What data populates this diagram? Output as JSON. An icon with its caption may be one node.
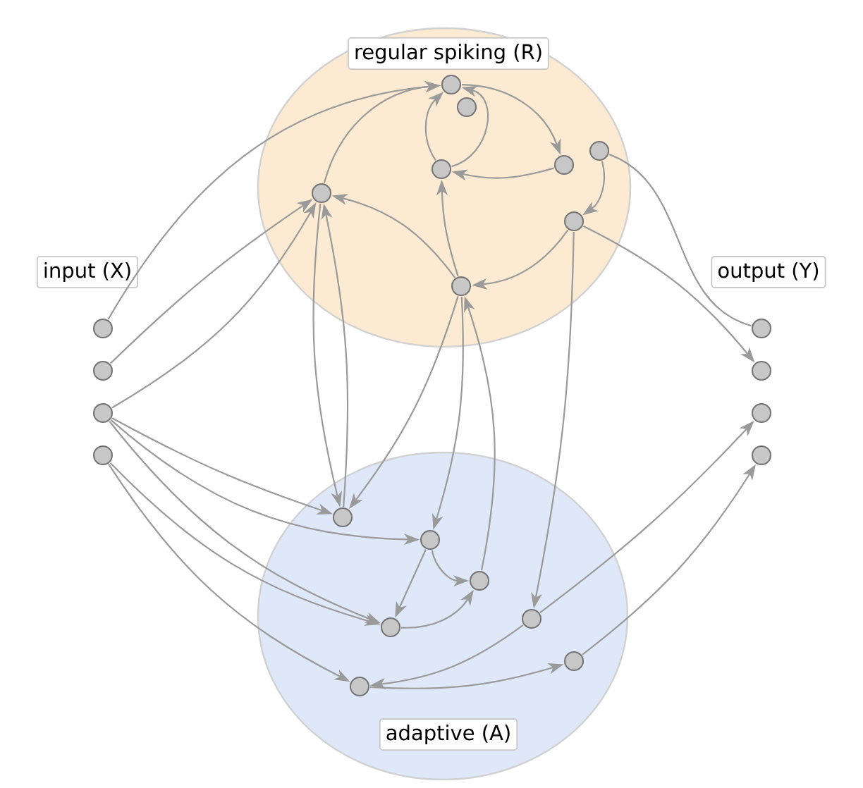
{
  "diagram": {
    "nodes": [
      {
        "text": [
          "regular spiking (R)"
        ]
      },
      {
        "text": [],
        "shape": "circle",
        "in": 0
      },
      {
        "text": [],
        "shape": "circle",
        "in": 0
      },
      {
        "text": [],
        "shape": "circle",
        "in": 0
      },
      {
        "text": [],
        "shape": "circle",
        "in": 0
      },
      {
        "text": [],
        "shape": "circle",
        "in": 0
      },
      {
        "text": [],
        "shape": "circle",
        "in": 0
      },
      {
        "text": [],
        "shape": "circle",
        "in": 0
      },
      {
        "text": [],
        "shape": "circle",
        "in": 0
      },
      {
        "text": [
          "input (X)"
        ]
      },
      {
        "text": [
          "output (Y)"
        ]
      },
      {
        "text": [],
        "shape": "circle"
      },
      {
        "text": [],
        "shape": "circle"
      },
      {
        "text": [],
        "shape": "circle"
      },
      {
        "text": [],
        "shape": "circle"
      },
      {
        "text": [],
        "shape": "circle"
      },
      {
        "text": [],
        "shape": "circle"
      },
      {
        "text": [],
        "shape": "circle"
      },
      {
        "text": [],
        "shape": "circle"
      },
      {
        "text": [
          "adaptive (A)"
        ]
      },
      {
        "text": [],
        "shape": "circle",
        "in": 19
      },
      {
        "text": [],
        "shape": "circle",
        "in": 19
      },
      {
        "text": [],
        "shape": "circle",
        "in": 19
      },
      {
        "text": [],
        "shape": "circle",
        "in": 19
      },
      {
        "text": [],
        "shape": "circle",
        "in": 19
      },
      {
        "text": [],
        "shape": "circle",
        "in": 19
      },
      {
        "text": [],
        "shape": "circle",
        "in": 19
      }
    ],
    "edges": [
      {
        "from": 6,
        "to": 1,
        "arrow": "to"
      },
      {
        "from": 3,
        "to": 1,
        "arrow": "to"
      },
      {
        "from": 3,
        "to": 1,
        "arrow": "to"
      },
      {
        "from": 1,
        "to": 4,
        "arrow": "to"
      },
      {
        "from": 4,
        "to": 3,
        "arrow": "to"
      },
      {
        "from": 5,
        "to": 7,
        "arrow": "to"
      },
      {
        "from": 7,
        "to": 8,
        "arrow": "to"
      },
      {
        "from": 8,
        "to": 3,
        "arrow": "to"
      },
      {
        "from": 8,
        "to": 6,
        "arrow": "to"
      },
      {
        "from": 11,
        "to": 1,
        "arrow": "to"
      },
      {
        "from": 12,
        "to": 6,
        "arrow": "to"
      },
      {
        "from": 13,
        "to": 6,
        "arrow": "to"
      },
      {
        "from": 6,
        "to": 20,
        "arrow": "to"
      },
      {
        "from": 20,
        "to": 6,
        "arrow": "to"
      },
      {
        "from": 8,
        "to": 20,
        "arrow": "to"
      },
      {
        "from": 8,
        "to": 21,
        "arrow": "to"
      },
      {
        "from": 22,
        "to": 8,
        "arrow": "to"
      },
      {
        "from": 7,
        "to": 23,
        "arrow": "to"
      },
      {
        "from": 21,
        "to": 24,
        "arrow": "to"
      },
      {
        "from": 21,
        "to": 22,
        "arrow": "to"
      },
      {
        "from": 24,
        "to": 22,
        "arrow": "to"
      },
      {
        "from": 23,
        "to": 26,
        "arrow": "to"
      },
      {
        "from": 26,
        "to": 25,
        "arrow": "to"
      },
      {
        "from": 13,
        "to": 20,
        "arrow": "to"
      },
      {
        "from": 13,
        "to": 21,
        "arrow": "to"
      },
      {
        "from": 13,
        "to": 24,
        "arrow": "to"
      },
      {
        "from": 14,
        "to": 24,
        "arrow": "to"
      },
      {
        "from": 14,
        "to": 26,
        "arrow": "to"
      },
      {
        "from": 5,
        "to": 15,
        "arrow": "none"
      },
      {
        "from": 7,
        "to": 16,
        "arrow": "to"
      },
      {
        "from": 23,
        "to": 17,
        "arrow": "to"
      },
      {
        "from": 25,
        "to": 18,
        "arrow": "to"
      }
    ]
  }
}
